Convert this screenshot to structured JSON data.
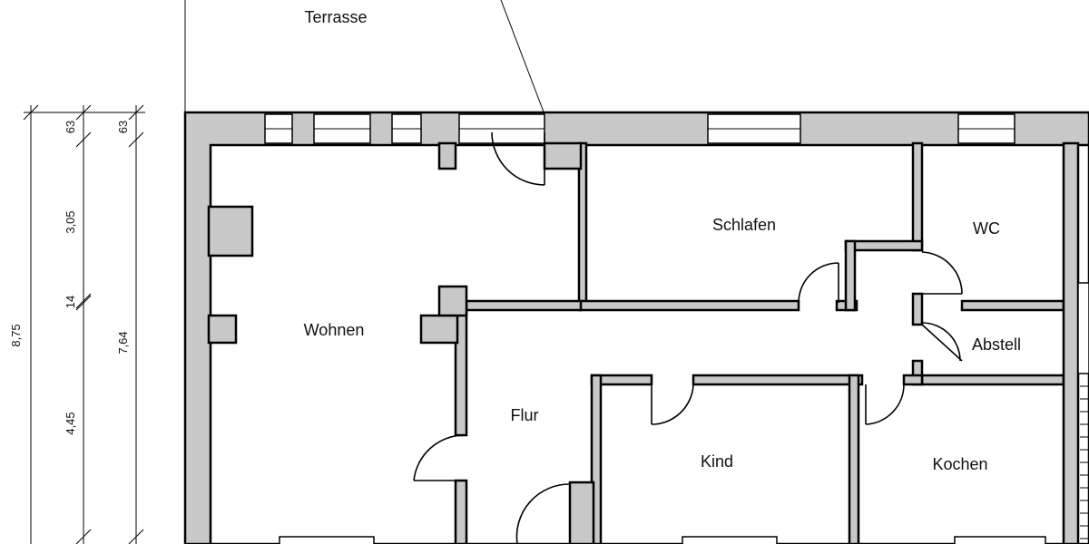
{
  "rooms": {
    "terrasse": "Terrasse",
    "wohnen": "Wohnen",
    "schlafen": "Schlafen",
    "wc": "WC",
    "abstell": "Abstell",
    "flur": "Flur",
    "kind": "Kind",
    "kochen": "Kochen"
  },
  "dimensions": {
    "total_height": "8,75",
    "inner_height": "7,64",
    "wall_top_a": "63",
    "wall_top_b": "63",
    "segment_upper": "3,05",
    "segment_wall": "14",
    "segment_lower": "4,45"
  }
}
